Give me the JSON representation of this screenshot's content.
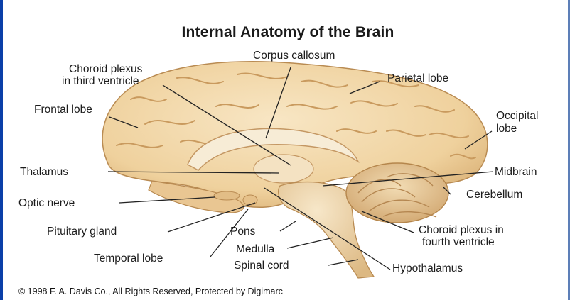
{
  "title": "Internal Anatomy of the Brain",
  "labels": {
    "corpus_callosum": "Corpus callosum",
    "choroid_plexus_third_1": "Choroid plexus",
    "choroid_plexus_third_2": "in third ventricle",
    "parietal_lobe": "Parietal lobe",
    "frontal_lobe": "Frontal lobe",
    "occipital_lobe_1": "Occipital",
    "occipital_lobe_2": "lobe",
    "thalamus": "Thalamus",
    "midbrain": "Midbrain",
    "optic_nerve": "Optic nerve",
    "cerebellum": "Cerebellum",
    "pituitary_gland": "Pituitary gland",
    "pons": "Pons",
    "choroid_plexus_fourth_1": "Choroid plexus in",
    "choroid_plexus_fourth_2": "fourth ventricle",
    "temporal_lobe": "Temporal lobe",
    "medulla": "Medulla",
    "spinal_cord": "Spinal cord",
    "hypothalamus": "Hypothalamus"
  },
  "copyright": "© 1998 F. A. Davis Co., All Rights Reserved, Protected by Digimarc",
  "colors": {
    "frame_blue": "#0a3fa8",
    "brain_tan": "#f2d7a8",
    "brain_shadow": "#d9b27a",
    "leader_line": "#222222"
  }
}
